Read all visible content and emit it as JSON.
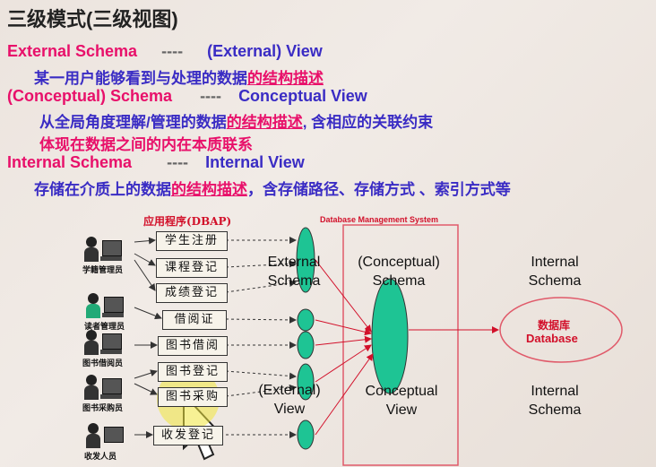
{
  "title": "三级模式(三级视图)",
  "rows": {
    "external": {
      "left": "External Schema",
      "dash": "----",
      "right": "(External) View"
    },
    "external_desc_plain": "某一用户能够看到与处理的数据",
    "external_desc_ul": "的结构描述",
    "conceptual": {
      "left": "(Conceptual) Schema",
      "dash": "----",
      "right": "Conceptual View"
    },
    "conceptual_desc_plain": "从全局角度理解/管理的数据",
    "conceptual_desc_ul": "的结构描述",
    "conceptual_desc_tail": ", 含相应的关联约束",
    "conceptual_desc2": "体现在数据之间的内在本质联系",
    "internal": {
      "left": "Internal Schema",
      "dash": "----",
      "right": "Internal  View"
    },
    "internal_desc_plain": "存储在介质上的数据",
    "internal_desc_ul": "的结构描述",
    "internal_desc_tail": "，含存储路径、存储方式 、索引方式等"
  },
  "diagram": {
    "app_header": "应用程序(DBAP)",
    "dbms_header": "Database Management System",
    "apps": [
      "学生注册",
      "课程登记",
      "成绩登记",
      "借阅证",
      "图书借阅",
      "图书登记",
      "图书采购",
      "收发登记"
    ],
    "users": [
      "学籍管理员",
      "读者管理员",
      "图书借阅员",
      "图书采购员",
      "收发人员"
    ],
    "external_schema": "External\nSchema",
    "conceptual_schema": "(Conceptual)\nSchema",
    "internal_schema": "Internal\nSchema",
    "external_view": "(External)\nView",
    "conceptual_view": "Conceptual\nView",
    "internal_view": "Internal\nSchema",
    "db_cn": "数据库",
    "db_en": "Database"
  },
  "colors": {
    "accent_pink": "#e8106a",
    "accent_blue": "#3a2cc4",
    "ellipse_green": "#1ec494",
    "dbms_border": "#e05a6a"
  }
}
